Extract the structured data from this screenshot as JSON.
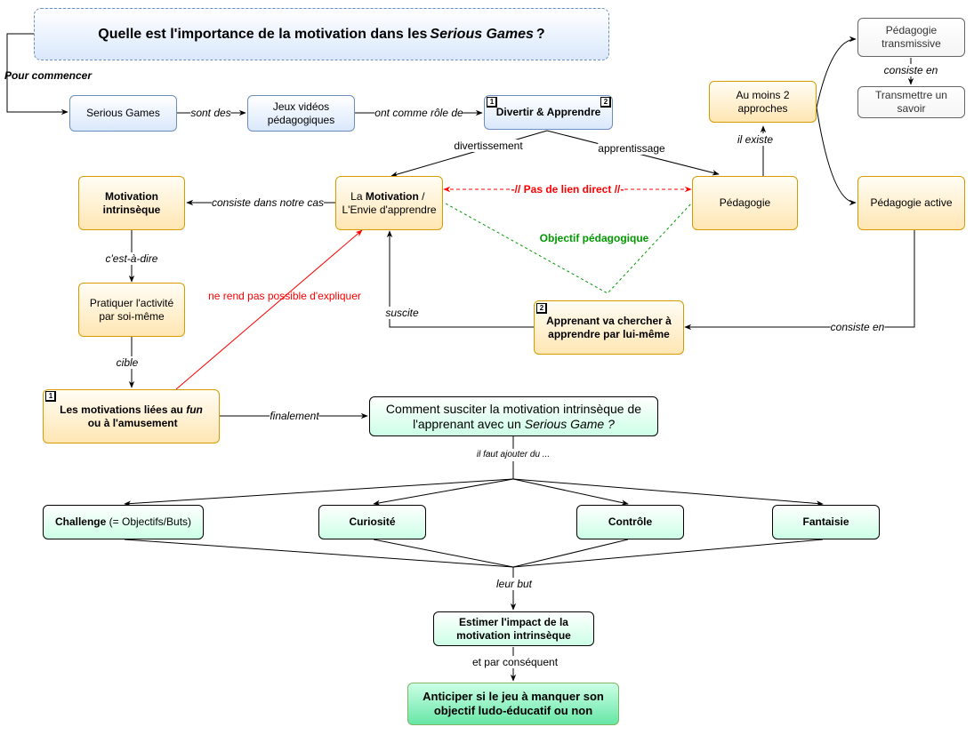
{
  "title": {
    "prefix": "Quelle est l'importance de la motivation dans les ",
    "em": "Serious Games",
    "suffix": " ?"
  },
  "nodes": {
    "serious_games": "Serious Games",
    "jeux_videos": "Jeux vidéos pédagogiques",
    "divertir": "Divertir & Apprendre",
    "motivation": {
      "pre": "La ",
      "bold": "Motivation",
      "mid": " / ",
      "post": "L'Envie d'apprendre"
    },
    "pedagogie": "Pédagogie",
    "au_moins": "Au moins 2 approches",
    "transmissive": "Pédagogie transmissive",
    "transmettre": "Transmettre un savoir",
    "active": "Pédagogie active",
    "motivation_intrinseque": "Motivation intrinsèque",
    "pratiquer": "Pratiquer l'activité par soi-même",
    "motivations_fun": {
      "pre": "Les motivations liées au ",
      "em": "fun",
      "post": " ou à l'amusement"
    },
    "apprenant": "Apprenant va chercher à apprendre par lui-même",
    "comment": {
      "pre": "Comment susciter la motivation intrinsèque de l'apprenant avec un ",
      "em": "Serious Game ?"
    },
    "challenge": {
      "bold": "Challenge",
      "rest": " (= Objectifs/Buts)"
    },
    "curiosite": "Curiosité",
    "controle": "Contrôle",
    "fantaisie": "Fantaisie",
    "estimer": "Estimer l'impact de la motivation intrinsèque",
    "anticiper": "Anticiper si le jeu à manquer son objectif ludo-éducatif ou non"
  },
  "edge_labels": {
    "pour_commencer": "Pour commencer",
    "sont_des": "sont des",
    "ont_comme_role": "ont comme rôle de",
    "divertissement": "divertissement",
    "apprentissage": "apprentissage",
    "pas_de_lien": "-// Pas de lien direct //-",
    "il_existe": "il existe",
    "consiste_en_1": "consiste en",
    "consiste_dans": "consiste dans notre cas",
    "objectif_pedagogique": "Objectif pédagogique",
    "cest_a_dire": "c'est-à-dire",
    "ne_rend_pas": "ne rend pas possible d'expliquer",
    "suscite": "suscite",
    "consiste_en_2": "consiste en",
    "cible": "cible",
    "finalement": "finalement",
    "il_faut_ajouter": "il faut ajouter du ...",
    "leur_but": "leur but",
    "et_par_consequent": "et par conséquent"
  },
  "badges": {
    "one": "1",
    "two": "2"
  },
  "colors": {
    "blue_border": "#6c8ebf",
    "orange_border": "#d79b00",
    "grey_border": "#666666",
    "red": "#ff0000",
    "green": "#009900"
  }
}
